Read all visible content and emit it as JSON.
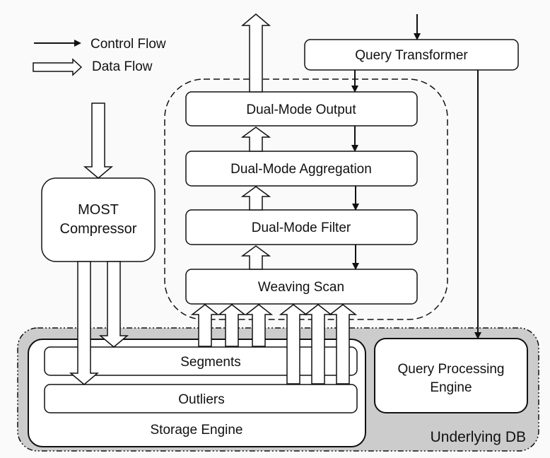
{
  "legend": {
    "control_flow": "Control Flow",
    "data_flow": "Data Flow"
  },
  "components": {
    "query_transformer": "Query Transformer",
    "dual_mode_output": "Dual-Mode Output",
    "dual_mode_aggregation": "Dual-Mode Aggregation",
    "dual_mode_filter": "Dual-Mode Filter",
    "weaving_scan": "Weaving Scan",
    "most_compressor_line1": "MOST",
    "most_compressor_line2": "Compressor",
    "segments": "Segments",
    "outliers": "Outliers",
    "storage_engine": "Storage Engine",
    "query_processing_engine_line1": "Query Processing",
    "query_processing_engine_line2": "Engine",
    "underlying_db": "Underlying DB"
  },
  "colors": {
    "underlying_db_fill": "#cccccc",
    "box_fill": "#ffffff",
    "stroke": "#111111"
  }
}
